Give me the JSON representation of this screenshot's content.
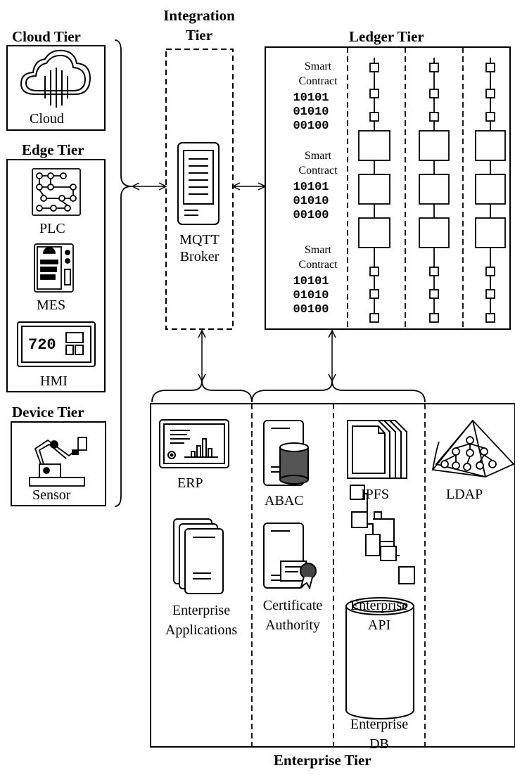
{
  "tiers": {
    "cloud": "Cloud Tier",
    "edge": "Edge Tier",
    "device": "Device Tier",
    "integration": "Integration\nTier",
    "ledger": "Ledger Tier",
    "enterprise": "Enterprise Tier"
  },
  "nodes": {
    "cloud": "Cloud",
    "plc": "PLC",
    "mes": "MES",
    "hmi": "HMI",
    "sensor": "Sensor",
    "mqtt": "MQTT\nBroker",
    "erp": "ERP",
    "enterprise_apps": "Enterprise\nApplications",
    "abac": "ABAC",
    "ca": "Certificate\nAuthority",
    "ipfs": "IPFS",
    "api": "Enterprise\nAPI",
    "db": "Enterprise\nDB",
    "ldap": "LDAP"
  },
  "ledger": {
    "smart_contract": "Smart\nContract",
    "binary": "10101\n01010\n00100"
  },
  "hmi_display": "720"
}
